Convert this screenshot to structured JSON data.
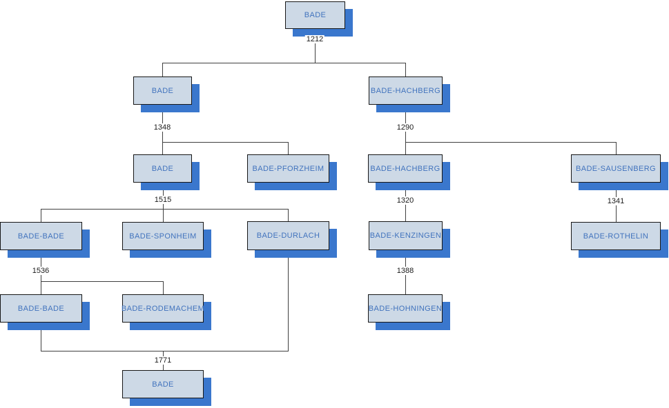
{
  "diagram": {
    "type": "family-tree",
    "subject": "House of Bade (Baden) lineage chart",
    "colors": {
      "background": "#ffffff",
      "node_fill": "#cdd9e6",
      "node_border": "#161616",
      "node_shadow": "#3a77cd",
      "node_text": "#4173bd",
      "line": "#3f3f3f",
      "year_text": "#1a1a1a"
    },
    "nodes": [
      {
        "label": "BADE"
      },
      {
        "label": "BADE"
      },
      {
        "label": "BADE-HACHBERG"
      },
      {
        "label": "BADE"
      },
      {
        "label": "BADE-PFORZHEIM"
      },
      {
        "label": "BADE-HACHBERG"
      },
      {
        "label": "BADE-SAUSENBERG"
      },
      {
        "label": "BADE-BADE"
      },
      {
        "label": "BADE-SPONHEIM"
      },
      {
        "label": "BADE-DURLACH"
      },
      {
        "label": "BADE-KENZINGEN"
      },
      {
        "label": "BADE-ROTHELIN"
      },
      {
        "label": "BADE-BADE"
      },
      {
        "label": "BADE-RODEMACHEM"
      },
      {
        "label": "BADE-HOHNINGEN"
      },
      {
        "label": "BADE"
      }
    ],
    "years": [
      {
        "text": "1212"
      },
      {
        "text": "1348"
      },
      {
        "text": "1290"
      },
      {
        "text": "1515"
      },
      {
        "text": "1320"
      },
      {
        "text": "1341"
      },
      {
        "text": "1536"
      },
      {
        "text": "1388"
      },
      {
        "text": "1771"
      }
    ],
    "splits": [
      {
        "year": "1212",
        "from": "BADE",
        "to": [
          "BADE",
          "BADE-HACHBERG"
        ]
      },
      {
        "year": "1348",
        "from": "BADE",
        "to": [
          "BADE",
          "BADE-PFORZHEIM"
        ]
      },
      {
        "year": "1290",
        "from": "BADE-HACHBERG",
        "to": [
          "BADE-HACHBERG",
          "BADE-SAUSENBERG"
        ]
      },
      {
        "year": "1515",
        "from": "BADE",
        "to": [
          "BADE-BADE",
          "BADE-SPONHEIM",
          "BADE-DURLACH"
        ]
      },
      {
        "year": "1320",
        "from": "BADE-HACHBERG",
        "to": [
          "BADE-KENZINGEN"
        ]
      },
      {
        "year": "1341",
        "from": "BADE-SAUSENBERG",
        "to": [
          "BADE-ROTHELIN"
        ]
      },
      {
        "year": "1536",
        "from": "BADE-BADE",
        "to": [
          "BADE-BADE",
          "BADE-RODEMACHEM"
        ]
      },
      {
        "year": "1388",
        "from": "BADE-KENZINGEN",
        "to": [
          "BADE-HOHNINGEN"
        ]
      },
      {
        "year": "1771",
        "from": "BADE-BADE + BADE-DURLACH",
        "to": [
          "BADE"
        ]
      }
    ]
  }
}
